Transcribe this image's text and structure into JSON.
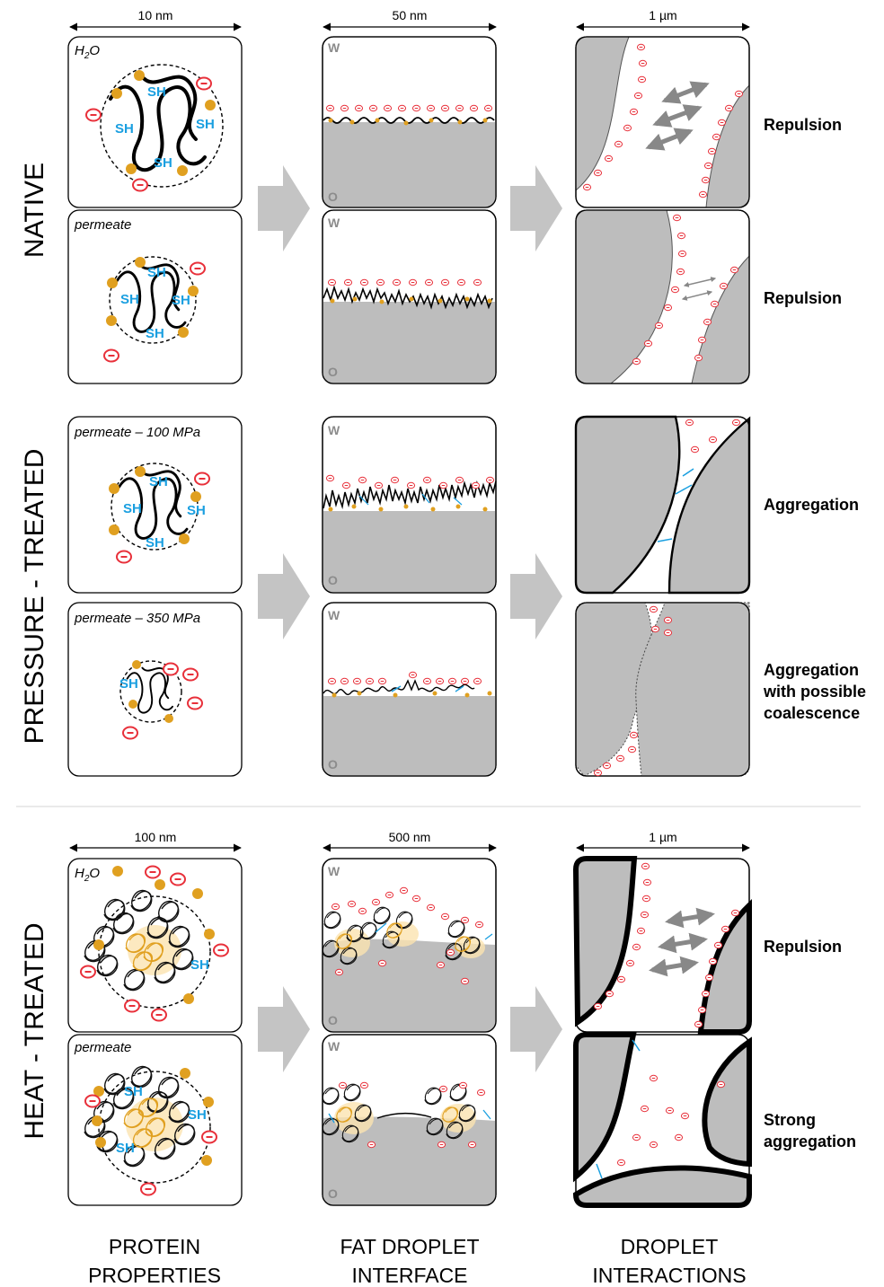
{
  "row_labels": {
    "native": "NATIVE",
    "pressure": "PRESSURE - TREATED",
    "heat": "HEAT - TREATED"
  },
  "scale_bars": {
    "protein_top": "10 nm",
    "interface_top": "50 nm",
    "interactions_top": "1 µm",
    "protein_heat": "100 nm",
    "interface_heat": "500 nm",
    "interactions_heat": "1 µm"
  },
  "panel_labels": {
    "native_h2o": "H",
    "native_h2o_sub": "2",
    "native_h2o_end": "O",
    "native_permeate": "permeate",
    "p100": "permeate – 100 MPa",
    "p350": "permeate – 350 MPa",
    "heat_h2o": "H",
    "heat_h2o_sub": "2",
    "heat_h2o_end": "O",
    "heat_permeate": "permeate"
  },
  "sh": "SH",
  "water": "W",
  "oil": "O",
  "results": {
    "native_h2o": [
      "Repulsion"
    ],
    "native_permeate": [
      "Repulsion"
    ],
    "p100": [
      "Aggregation"
    ],
    "p350": [
      "Aggregation",
      "with possible",
      "coalescence"
    ],
    "heat_h2o": [
      "Repulsion"
    ],
    "heat_permeate": [
      "Strong",
      "aggregation"
    ]
  },
  "column_titles": {
    "protein": [
      "PROTEIN",
      "PROPERTIES"
    ],
    "interface": [
      "FAT DROPLET",
      "INTERFACE"
    ],
    "interactions": [
      "DROPLET",
      "INTERACTIONS"
    ]
  },
  "colors": {
    "sh": "#1a9fe0",
    "charge": "#e8303a",
    "bead": "#e0a020",
    "oil": "#bdbdbd",
    "arrow": "#c4c4c4"
  }
}
